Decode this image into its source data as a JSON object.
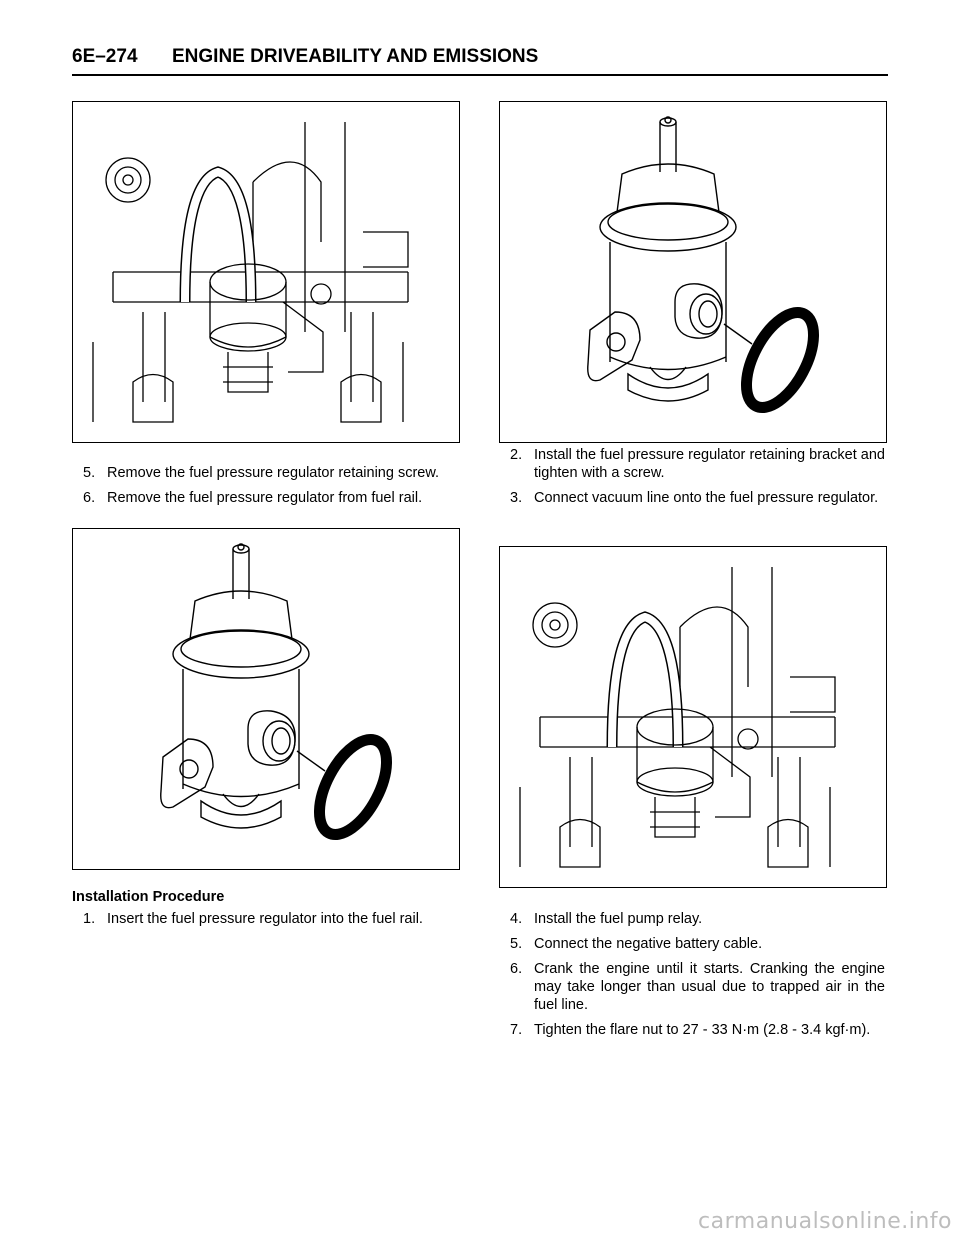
{
  "header": {
    "page_number": "6E–274",
    "title": "ENGINE DRIVEABILITY AND EMISSIONS"
  },
  "removal_steps": [
    {
      "num": "5.",
      "text": "Remove the fuel pressure regulator retaining screw."
    },
    {
      "num": "6.",
      "text": "Remove the fuel pressure regulator from fuel rail."
    }
  ],
  "installation": {
    "heading": "Installation Procedure",
    "steps_left": [
      {
        "num": "1.",
        "text": "Insert the fuel pressure regulator into the fuel rail."
      }
    ],
    "steps_right_top": [
      {
        "num": "2.",
        "text": "Install the fuel pressure regulator retaining bracket and tighten with a screw."
      },
      {
        "num": "3.",
        "text": "Connect vacuum line onto the fuel pressure regulator."
      }
    ],
    "steps_right_bottom": [
      {
        "num": "4.",
        "text": "Install the fuel pump relay."
      },
      {
        "num": "5.",
        "text": "Connect the negative battery cable."
      },
      {
        "num": "6.",
        "text": "Crank the engine until it starts. Cranking the engine may take longer than usual due to trapped air in the fuel line."
      },
      {
        "num": "7.",
        "text": "Tighten the flare nut to 27 - 33 N·m (2.8 - 3.4 kgf·m)."
      }
    ]
  },
  "figures": [
    {
      "depicts": "regulator-on-rail-illustration"
    },
    {
      "depicts": "regulator-with-o-ring-illustration"
    },
    {
      "depicts": "regulator-with-o-ring-illustration"
    },
    {
      "depicts": "regulator-on-rail-illustration"
    }
  ],
  "watermark": "carmanualsonline.info"
}
